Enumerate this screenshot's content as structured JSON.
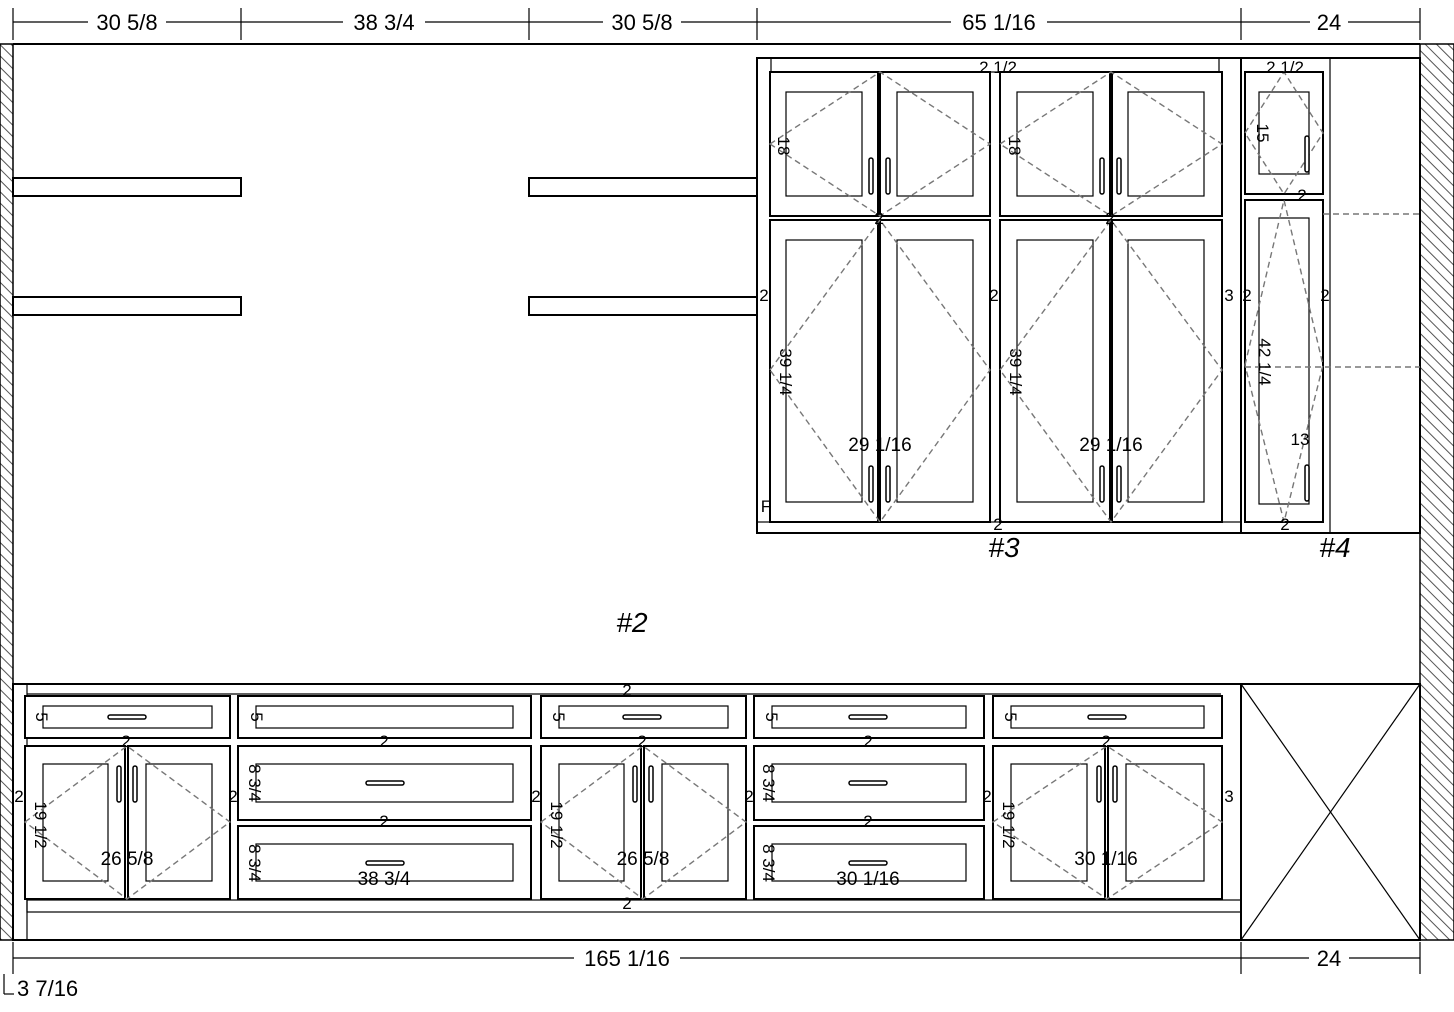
{
  "top_dimensions": [
    "30 5/8",
    "38 3/4",
    "30 5/8",
    "65 1/16",
    "24"
  ],
  "bottom_dimensions": [
    "165 1/16",
    "24"
  ],
  "offset_label": "3 7/16",
  "tags": {
    "base": "#2",
    "upper": "#3",
    "tall": "#4"
  },
  "upper_labels": {
    "top_rail": "2 1/2",
    "top_rail_tall": "2 1/2",
    "upper_door_1": "18",
    "upper_door_2": "18",
    "rail_mid_1": "2",
    "rail_mid_2": "2",
    "stile_left": "2",
    "stile_mid": "2",
    "stile_right": "3",
    "lower_door_1": "39 1/4",
    "lower_door_2": "39 1/4",
    "width_1": "29 1/16",
    "width_2": "29 1/16",
    "bottom_rail": "2",
    "filler": "F",
    "tall_upper": "15",
    "tall_mid_rail": "2",
    "tall_stile_left": "2",
    "tall_stile_right": "2",
    "tall_lower": "42 1/4",
    "tall_width": "13",
    "tall_bottom": "2"
  },
  "base_labels": {
    "top_rail": "2",
    "bottom_rail": "2",
    "drawer_1": "5",
    "drawer_2": "5",
    "drawer_3": "5",
    "drawer_4": "5",
    "drawer_5": "5",
    "rail_1": "2",
    "rail_2": "2",
    "rail_3": "2",
    "rail_4": "2",
    "rail_5": "2",
    "rail_2b": "2",
    "rail_4b": "2",
    "stile_1": "2",
    "stile_2": "2",
    "stile_3": "2",
    "stile_4": "2",
    "stile_5": "2",
    "stile_end": "3",
    "door_height_1": "19 1/2",
    "door_height_3": "19 1/2",
    "door_height_5": "19 1/2",
    "drawer_height_2a": "8 3/4",
    "drawer_height_2b": "8 3/4",
    "drawer_height_4a": "8 3/4",
    "drawer_height_4b": "8 3/4",
    "width_1": "26 5/8",
    "width_2": "38 3/4",
    "width_3": "26 5/8",
    "width_4": "30 1/16",
    "width_5": "30 1/16"
  }
}
